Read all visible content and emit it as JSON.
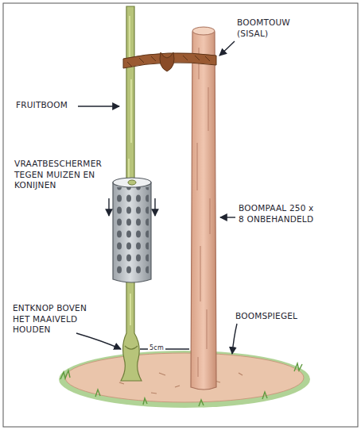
{
  "diagram": {
    "labels": [
      "BOOMTOUW (SISAL)",
      "FRUITBOOM",
      "VRAATBESCHERMER TEGEN MUIZEN EN KONIJNEN",
      "BOOMPAAL 250 x 8 ONBEHANDELD",
      "ENTKNOP BOVEN HET MAAIVELD HOUDEN",
      "5cm",
      "BOOMSPIEGEL"
    ]
  }
}
